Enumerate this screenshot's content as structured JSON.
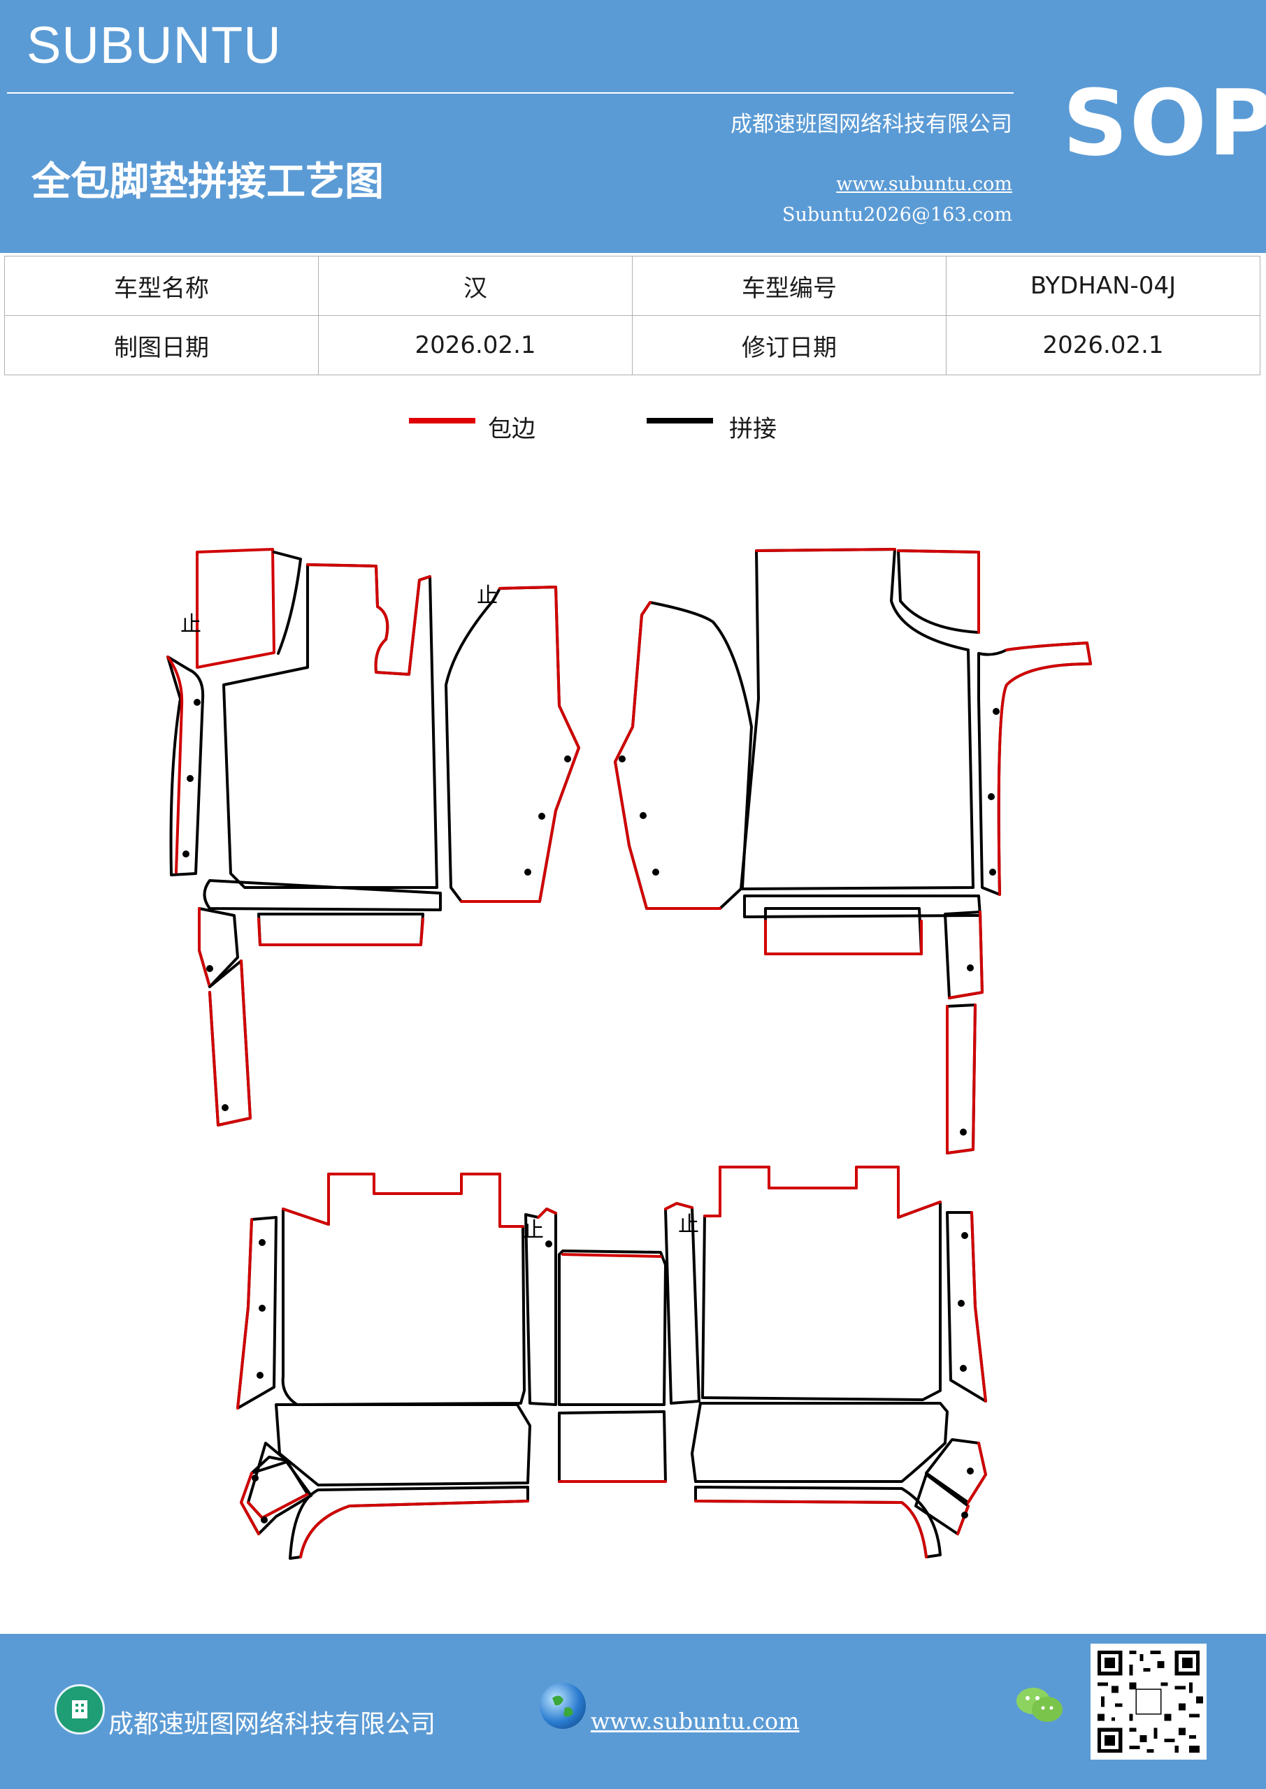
{
  "header": {
    "brand": "SUBUNTU",
    "company": "成都速班图网络科技有限公司",
    "title": "全包脚垫拼接工艺图",
    "website": "www.subuntu.com",
    "email": "Subuntu2026@163.com",
    "badge": "SOP"
  },
  "info_table": {
    "row1": [
      "车型名称",
      "汉",
      "车型编号",
      "BYDHAN-04J"
    ],
    "row2": [
      "制图日期",
      "2026.02.1",
      "修订日期",
      "2026.02.1"
    ]
  },
  "legend": {
    "items": [
      {
        "label": "包边",
        "color": "#e00000"
      },
      {
        "label": "拼接",
        "color": "#000000"
      }
    ]
  },
  "diagram": {
    "stop_mark": "止",
    "edge_color": "#d00000",
    "seam_color": "#000000"
  },
  "footer": {
    "company": "成都速班图网络科技有限公司",
    "website": "www.subuntu.com",
    "icons": [
      "building-icon",
      "globe-icon",
      "wechat-icon",
      "qr-code"
    ]
  }
}
